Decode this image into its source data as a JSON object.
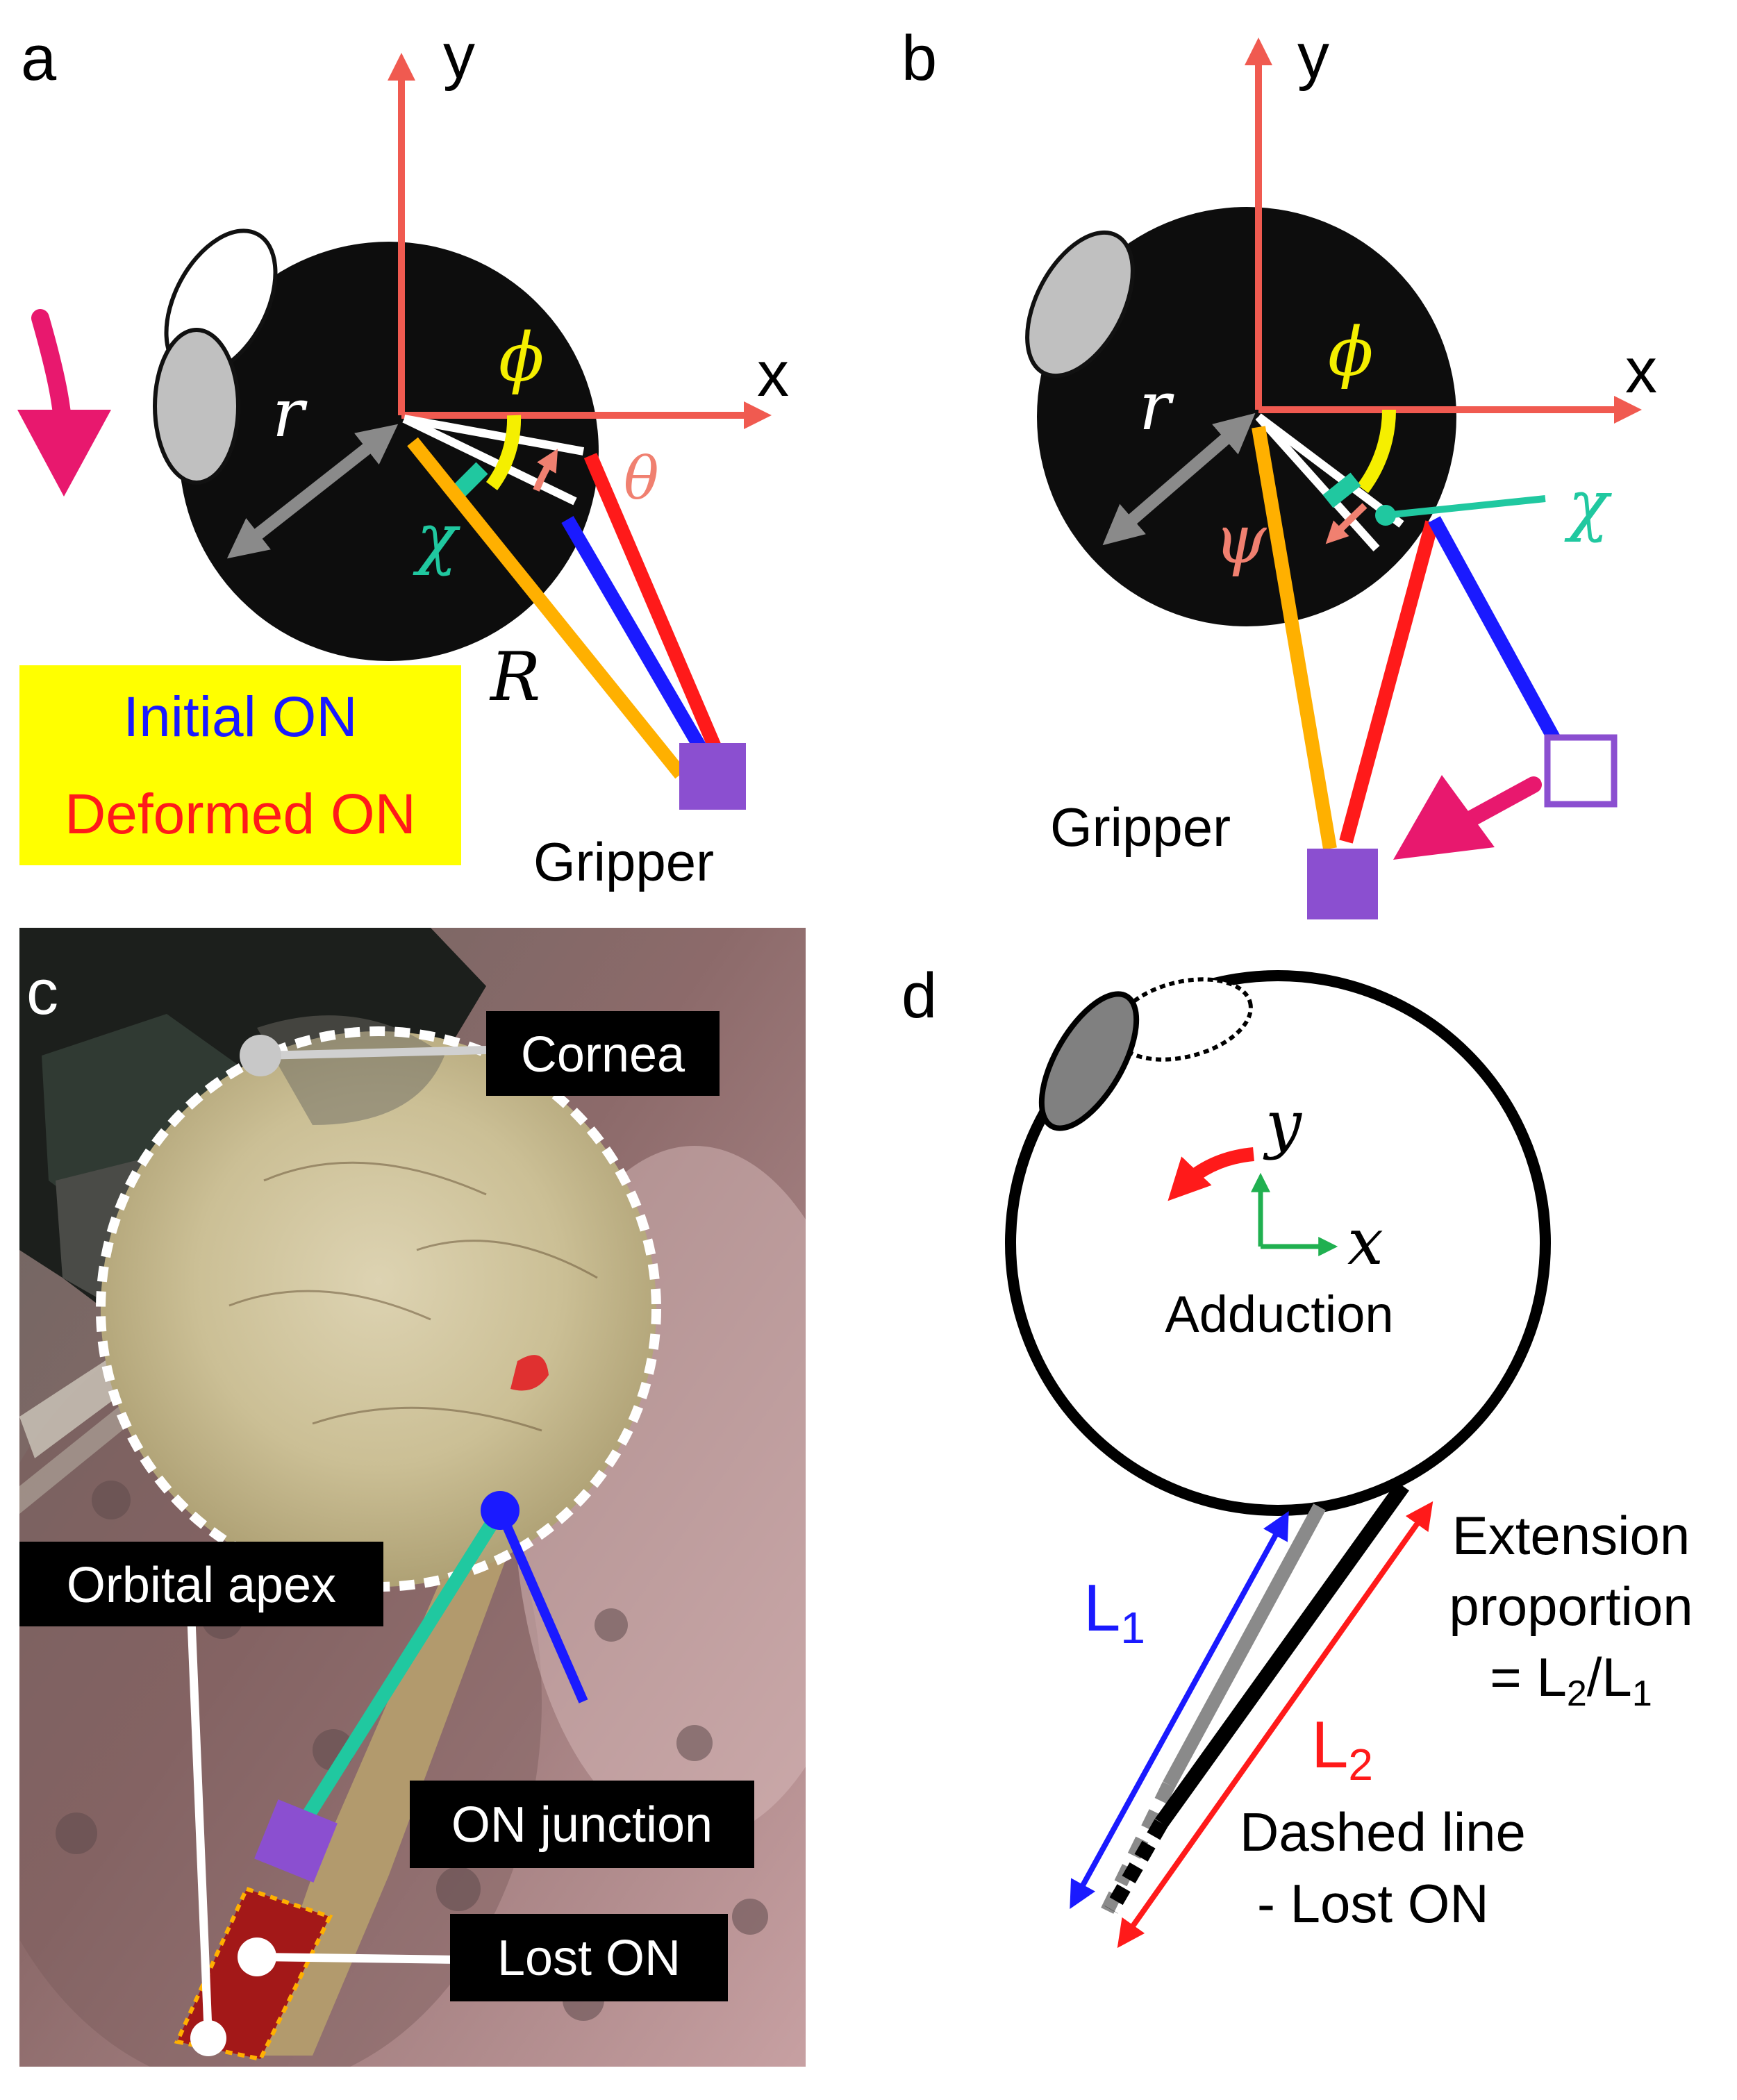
{
  "panels": {
    "a": {
      "label": "a",
      "axis_y": "y",
      "axis_x": "x",
      "sym_phi": "ϕ",
      "sym_r": "r",
      "sym_theta": "θ",
      "sym_chi": "χ",
      "sym_R": "R",
      "legend_initial": "Initial ON",
      "legend_deformed": "Deformed ON",
      "gripper": "Gripper"
    },
    "b": {
      "label": "b",
      "axis_y": "y",
      "axis_x": "x",
      "sym_phi": "ϕ",
      "sym_r": "r",
      "sym_psi": "ψ",
      "sym_chi": "χ",
      "gripper": "Gripper"
    },
    "c": {
      "label": "c",
      "cornea": "Cornea",
      "orbital_apex": "Orbital apex",
      "on_junction": "ON junction",
      "lost_on": "Lost ON"
    },
    "d": {
      "label": "d",
      "axis_y": "y",
      "axis_x": "x",
      "adduction": "Adduction",
      "L1_base": "L",
      "L1_sub": "1",
      "L2_base": "L",
      "L2_sub": "2",
      "ext_line1": "Extension",
      "ext_line2": "proportion",
      "ext_eq_prefix": "= L",
      "ext_eq_sub1": "2",
      "ext_eq_mid": "/L",
      "ext_eq_sub2": "1",
      "dashed_line1": "Dashed line",
      "dashed_line2": "- Lost ON"
    }
  },
  "colors": {
    "axis": "#f05a50",
    "initial_on": "#1a1aff",
    "deformed_on": "#ff1a1a",
    "orange_on": "#ffb000",
    "gripper": "#8b4fd0",
    "arrow_magenta": "#e8186e",
    "phi_yellow": "#f5ef00",
    "chi_teal": "#20c8a0",
    "theta_salmon": "#f08070",
    "legend_bg": "#ffff00",
    "on_teal": "#20c8a0"
  }
}
